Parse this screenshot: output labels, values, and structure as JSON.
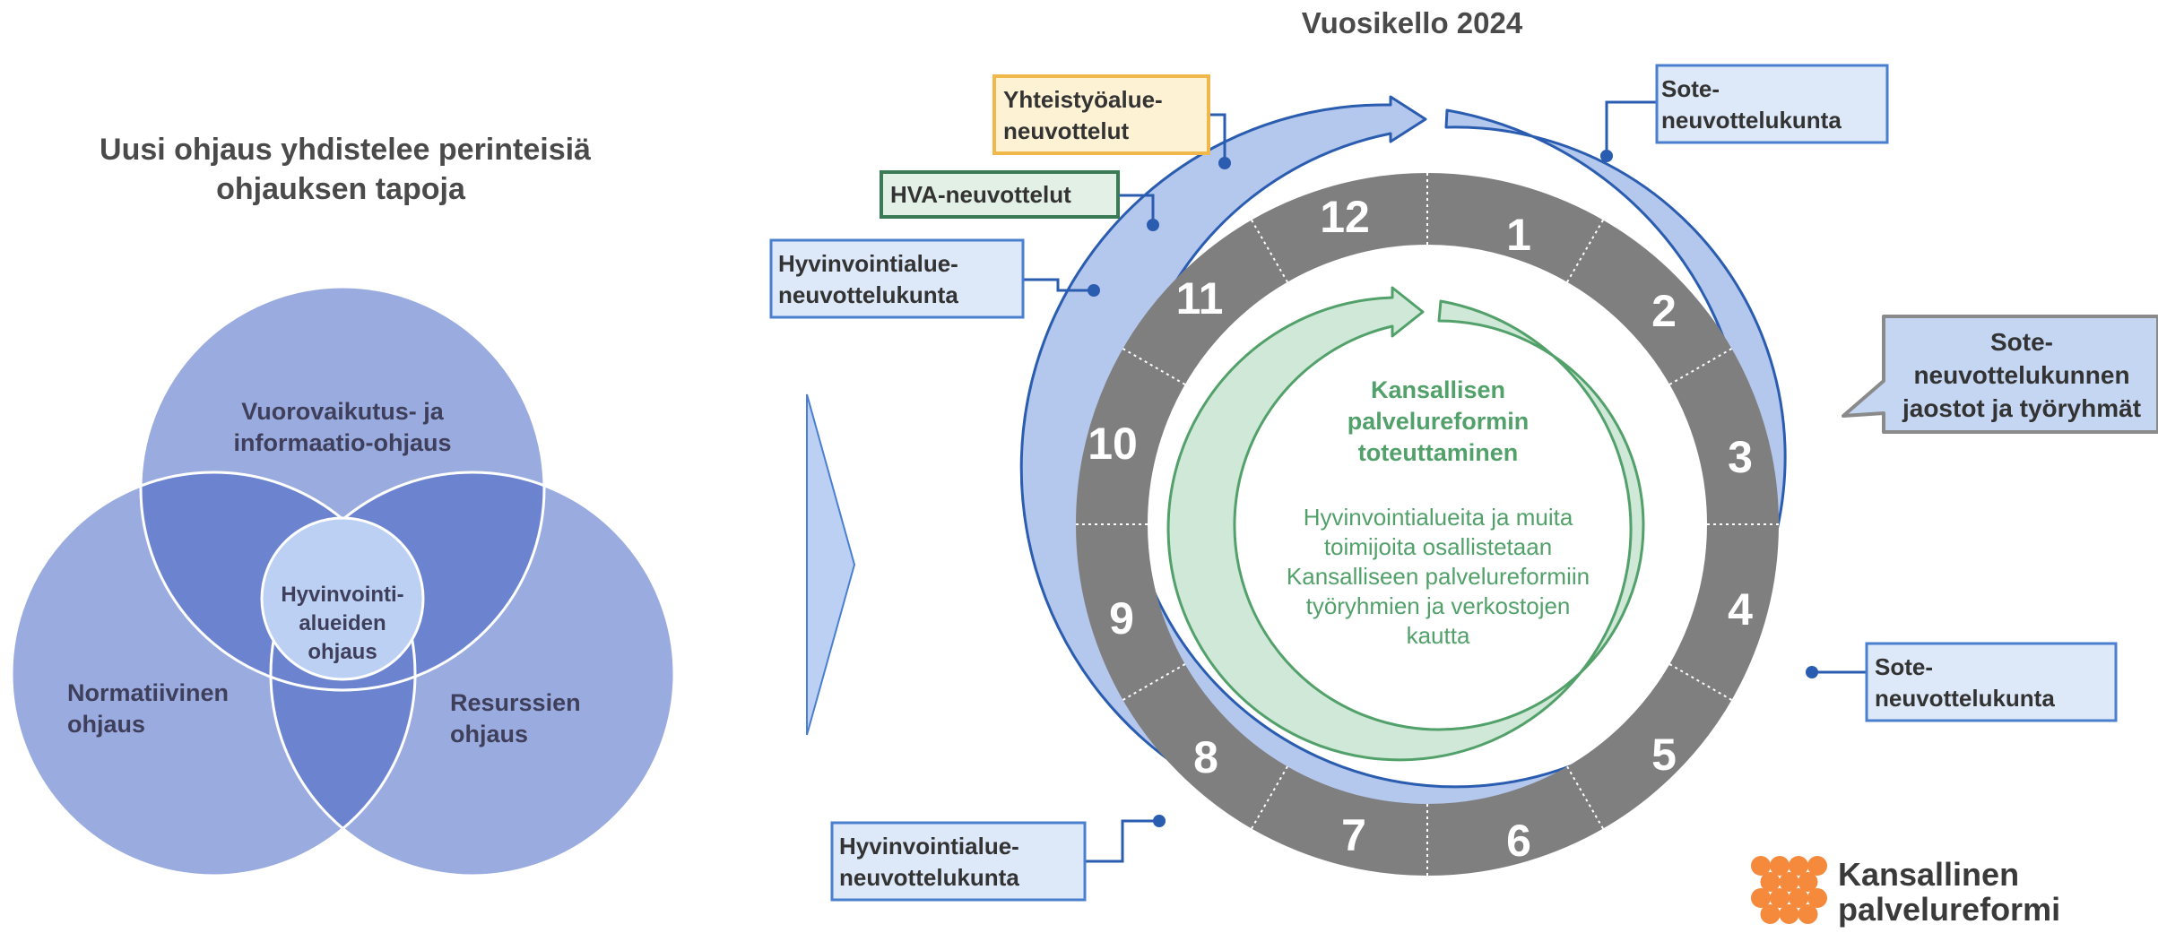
{
  "venn": {
    "title_lines": [
      "Uusi ohjaus yhdistelee perinteisiä",
      "ohjauksen tapoja"
    ],
    "top_lines": [
      "Vuorovaikutus- ja",
      "informaatio-ohjaus"
    ],
    "left_lines": [
      "Normatiivinen",
      "ohjaus"
    ],
    "right_lines": [
      "Resurssien",
      "ohjaus"
    ],
    "center_lines": [
      "Hyvinvointi-",
      "alueiden",
      "ohjaus"
    ],
    "colors": {
      "circle": "#9aacdf",
      "overlap": "#6c84d0",
      "center": "#bcd0f4"
    }
  },
  "wheel": {
    "title": "Vuosikello 2024",
    "months": [
      "1",
      "2",
      "3",
      "4",
      "5",
      "6",
      "7",
      "8",
      "9",
      "10",
      "11",
      "12"
    ],
    "center_title_lines": [
      "Kansallisen",
      "palvelureformin",
      "toteuttaminen"
    ],
    "center_body_lines": [
      "Hyvinvointialueita ja muita",
      "toimijoita osallistetaan",
      "Kansalliseen palvelureformiin",
      "työryhmien ja verkostojen",
      "kautta"
    ],
    "colors": {
      "ring": "#7f7f7f",
      "outer_arrow": "#b4c7ec",
      "outer_arrow_stroke": "#2a5cb0",
      "inner_arrow": "#cfe8d7",
      "inner_arrow_stroke": "#52a06a",
      "green_text": "#52a06a"
    }
  },
  "callouts": [
    {
      "id": "yhteistyoalue",
      "lines": [
        "Yhteistyöalue-",
        "neuvottelut"
      ],
      "fill": "#fdf2d4",
      "stroke": "#f0b84a"
    },
    {
      "id": "hva",
      "lines": [
        "HVA-neuvottelut"
      ],
      "fill": "#e3f0e6",
      "stroke": "#3a7a55"
    },
    {
      "id": "hyvinvointialue-top",
      "lines": [
        "Hyvinvointialue-",
        "neuvottelukunta"
      ],
      "fill": "#dde8f8",
      "stroke": "#4a7fd0"
    },
    {
      "id": "sote-top",
      "lines": [
        "Sote-",
        "neuvottelukunta"
      ],
      "fill": "#dde8f8",
      "stroke": "#4a7fd0"
    },
    {
      "id": "sote-jaostot",
      "lines": [
        "Sote-",
        "neuvottelukunnen",
        "jaostot ja työryhmät"
      ],
      "fill": "#c5d6f3",
      "stroke": "#8a8a8a"
    },
    {
      "id": "sote-right",
      "lines": [
        "Sote-",
        "neuvottelukunta"
      ],
      "fill": "#dde8f8",
      "stroke": "#4a7fd0"
    },
    {
      "id": "hyvinvointialue-bottom",
      "lines": [
        "Hyvinvointialue-",
        "neuvottelukunta"
      ],
      "fill": "#dde8f8",
      "stroke": "#4a7fd0"
    }
  ],
  "logo": {
    "lines": [
      "Kansallinen",
      "palvelureformi"
    ],
    "color": "#f58a3c"
  }
}
